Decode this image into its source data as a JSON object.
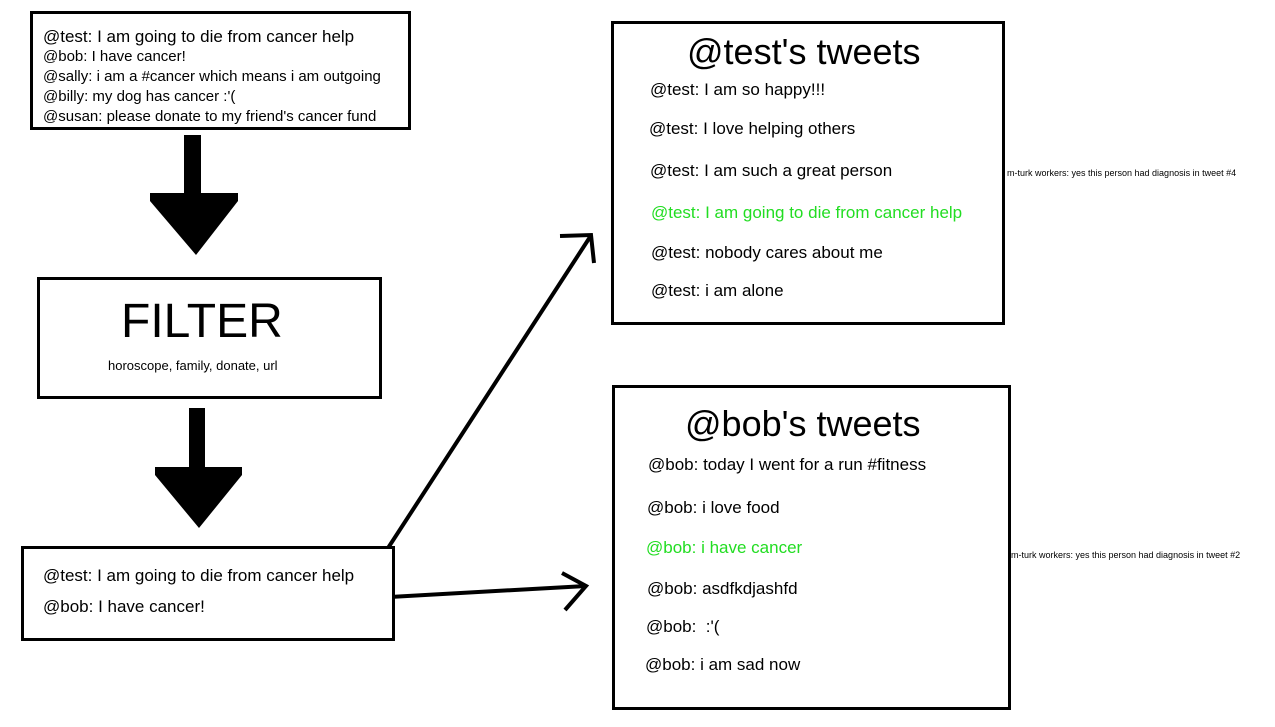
{
  "input_tweets": [
    "@test: I am going to die from cancer help",
    "@bob: I have cancer!",
    "@sally: i am a #cancer which means i am outgoing",
    "@billy: my dog has cancer :'(",
    "@susan: please donate to my friend's cancer fund"
  ],
  "filter": {
    "title": "FILTER",
    "keywords": "horoscope, family, donate, url"
  },
  "output_tweets": [
    "@test: I am going to die from cancer help",
    "@bob: I have cancer!"
  ],
  "test_panel": {
    "title": "@test's tweets",
    "tweets": [
      "@test: I am so happy!!!",
      "@test: I love helping others",
      "@test: I am such a great person",
      "@test: I am going to die from cancer help",
      "@test: nobody cares about me",
      "@test: i am alone"
    ],
    "highlight_index": 3,
    "note": "m-turk workers: yes this person had diagnosis in tweet #4"
  },
  "bob_panel": {
    "title": "@bob's tweets",
    "tweets": [
      "@bob: today I went for a run #fitness",
      "@bob: i love food",
      "@bob: i have cancer",
      "@bob: asdfkdjashfd",
      "@bob:  :'(",
      "@bob: i am sad now"
    ],
    "highlight_index": 2,
    "note": "m-turk workers: yes this person had diagnosis in tweet #2"
  },
  "colors": {
    "highlight": "#22dd22",
    "stroke": "#000000"
  }
}
